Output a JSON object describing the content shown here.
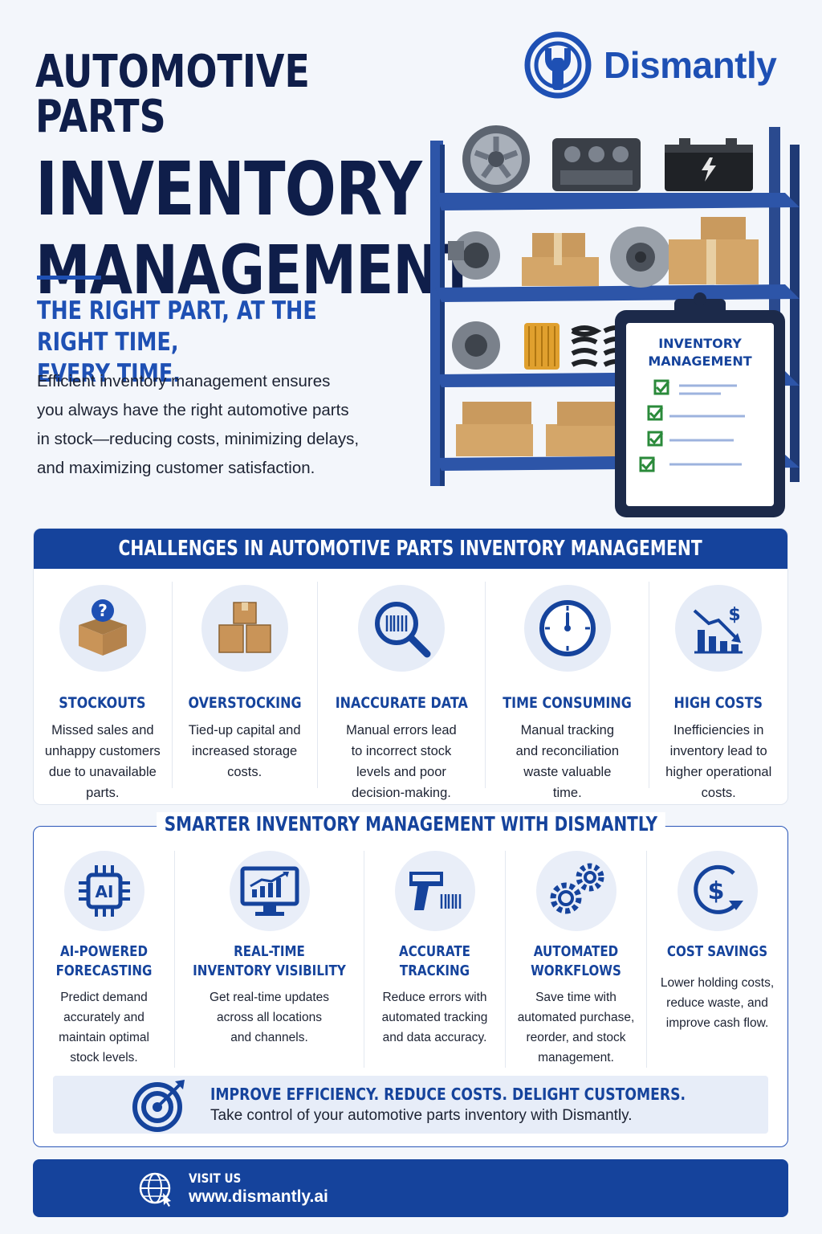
{
  "brand": {
    "name": "Dismantly",
    "color": "#1e50b4",
    "dark": "#15439c",
    "logo_icon": "wrench-circle-icon"
  },
  "hero": {
    "title_line1": "AUTOMOTIVE PARTS",
    "title_line2": "INVENTORY",
    "title_line3": "MANAGEMENT",
    "tagline_line1": "THE RIGHT PART, AT THE RIGHT TIME,",
    "tagline_line2": "EVERY TIME.",
    "desc_lines": [
      "Efficient inventory management ensures",
      "you always have the right automotive parts",
      "in stock—reducing costs, minimizing delays,",
      "and maximizing customer satisfaction."
    ],
    "clipboard_line1": "INVENTORY",
    "clipboard_line2": "MANAGEMENT"
  },
  "challenges": {
    "header": "CHALLENGES IN AUTOMOTIVE PARTS INVENTORY MANAGEMENT",
    "items": [
      {
        "icon": "question-box-icon",
        "title": "STOCKOUTS",
        "lines": [
          "Missed sales and",
          "unhappy customers",
          "due to unavailable",
          "parts."
        ]
      },
      {
        "icon": "stacked-boxes-icon",
        "title": "OVERSTOCKING",
        "lines": [
          "Tied-up capital and",
          "increased storage",
          "costs."
        ]
      },
      {
        "icon": "barcode-magnifier-icon",
        "title": "INACCURATE DATA",
        "lines": [
          "Manual errors lead",
          "to incorrect stock",
          "levels and poor",
          "decision-making."
        ]
      },
      {
        "icon": "clock-icon",
        "title": "TIME CONSUMING",
        "lines": [
          "Manual tracking",
          "and reconciliation",
          "waste valuable",
          "time."
        ]
      },
      {
        "icon": "declining-cost-chart-icon",
        "title": "HIGH COSTS",
        "lines": [
          "Inefficiencies in",
          "inventory lead to",
          "higher operational",
          "costs."
        ]
      }
    ]
  },
  "solutions": {
    "header": "SMARTER INVENTORY MANAGEMENT WITH DISMANTLY",
    "items": [
      {
        "icon": "ai-chip-icon",
        "icon_label": "AI",
        "title_lines": [
          "AI-POWERED",
          "FORECASTING"
        ],
        "lines": [
          "Predict demand",
          "accurately and",
          "maintain optimal",
          "stock levels."
        ]
      },
      {
        "icon": "monitor-chart-icon",
        "title_lines": [
          "REAL-TIME",
          "INVENTORY VISIBILITY"
        ],
        "lines": [
          "Get real-time updates",
          "across all locations",
          "and channels."
        ]
      },
      {
        "icon": "barcode-scanner-icon",
        "title_lines": [
          "ACCURATE",
          "TRACKING"
        ],
        "lines": [
          "Reduce errors with",
          "automated tracking",
          "and data accuracy."
        ]
      },
      {
        "icon": "gears-icon",
        "title_lines": [
          "AUTOMATED",
          "WORKFLOWS"
        ],
        "lines": [
          "Save time with",
          "automated purchase,",
          "reorder, and stock",
          "management."
        ]
      },
      {
        "icon": "dollar-down-icon",
        "title_lines": [
          "COST SAVINGS"
        ],
        "lines": [
          "Lower holding costs,",
          "reduce waste, and",
          "improve cash flow."
        ]
      }
    ],
    "cta_title": "IMPROVE EFFICIENCY. REDUCE COSTS. DELIGHT CUSTOMERS.",
    "cta_sub": "Take control of your automotive parts inventory with Dismantly."
  },
  "footer": {
    "icon": "globe-icon",
    "label": "VISIT US",
    "url": "www.dismantly.ai"
  }
}
